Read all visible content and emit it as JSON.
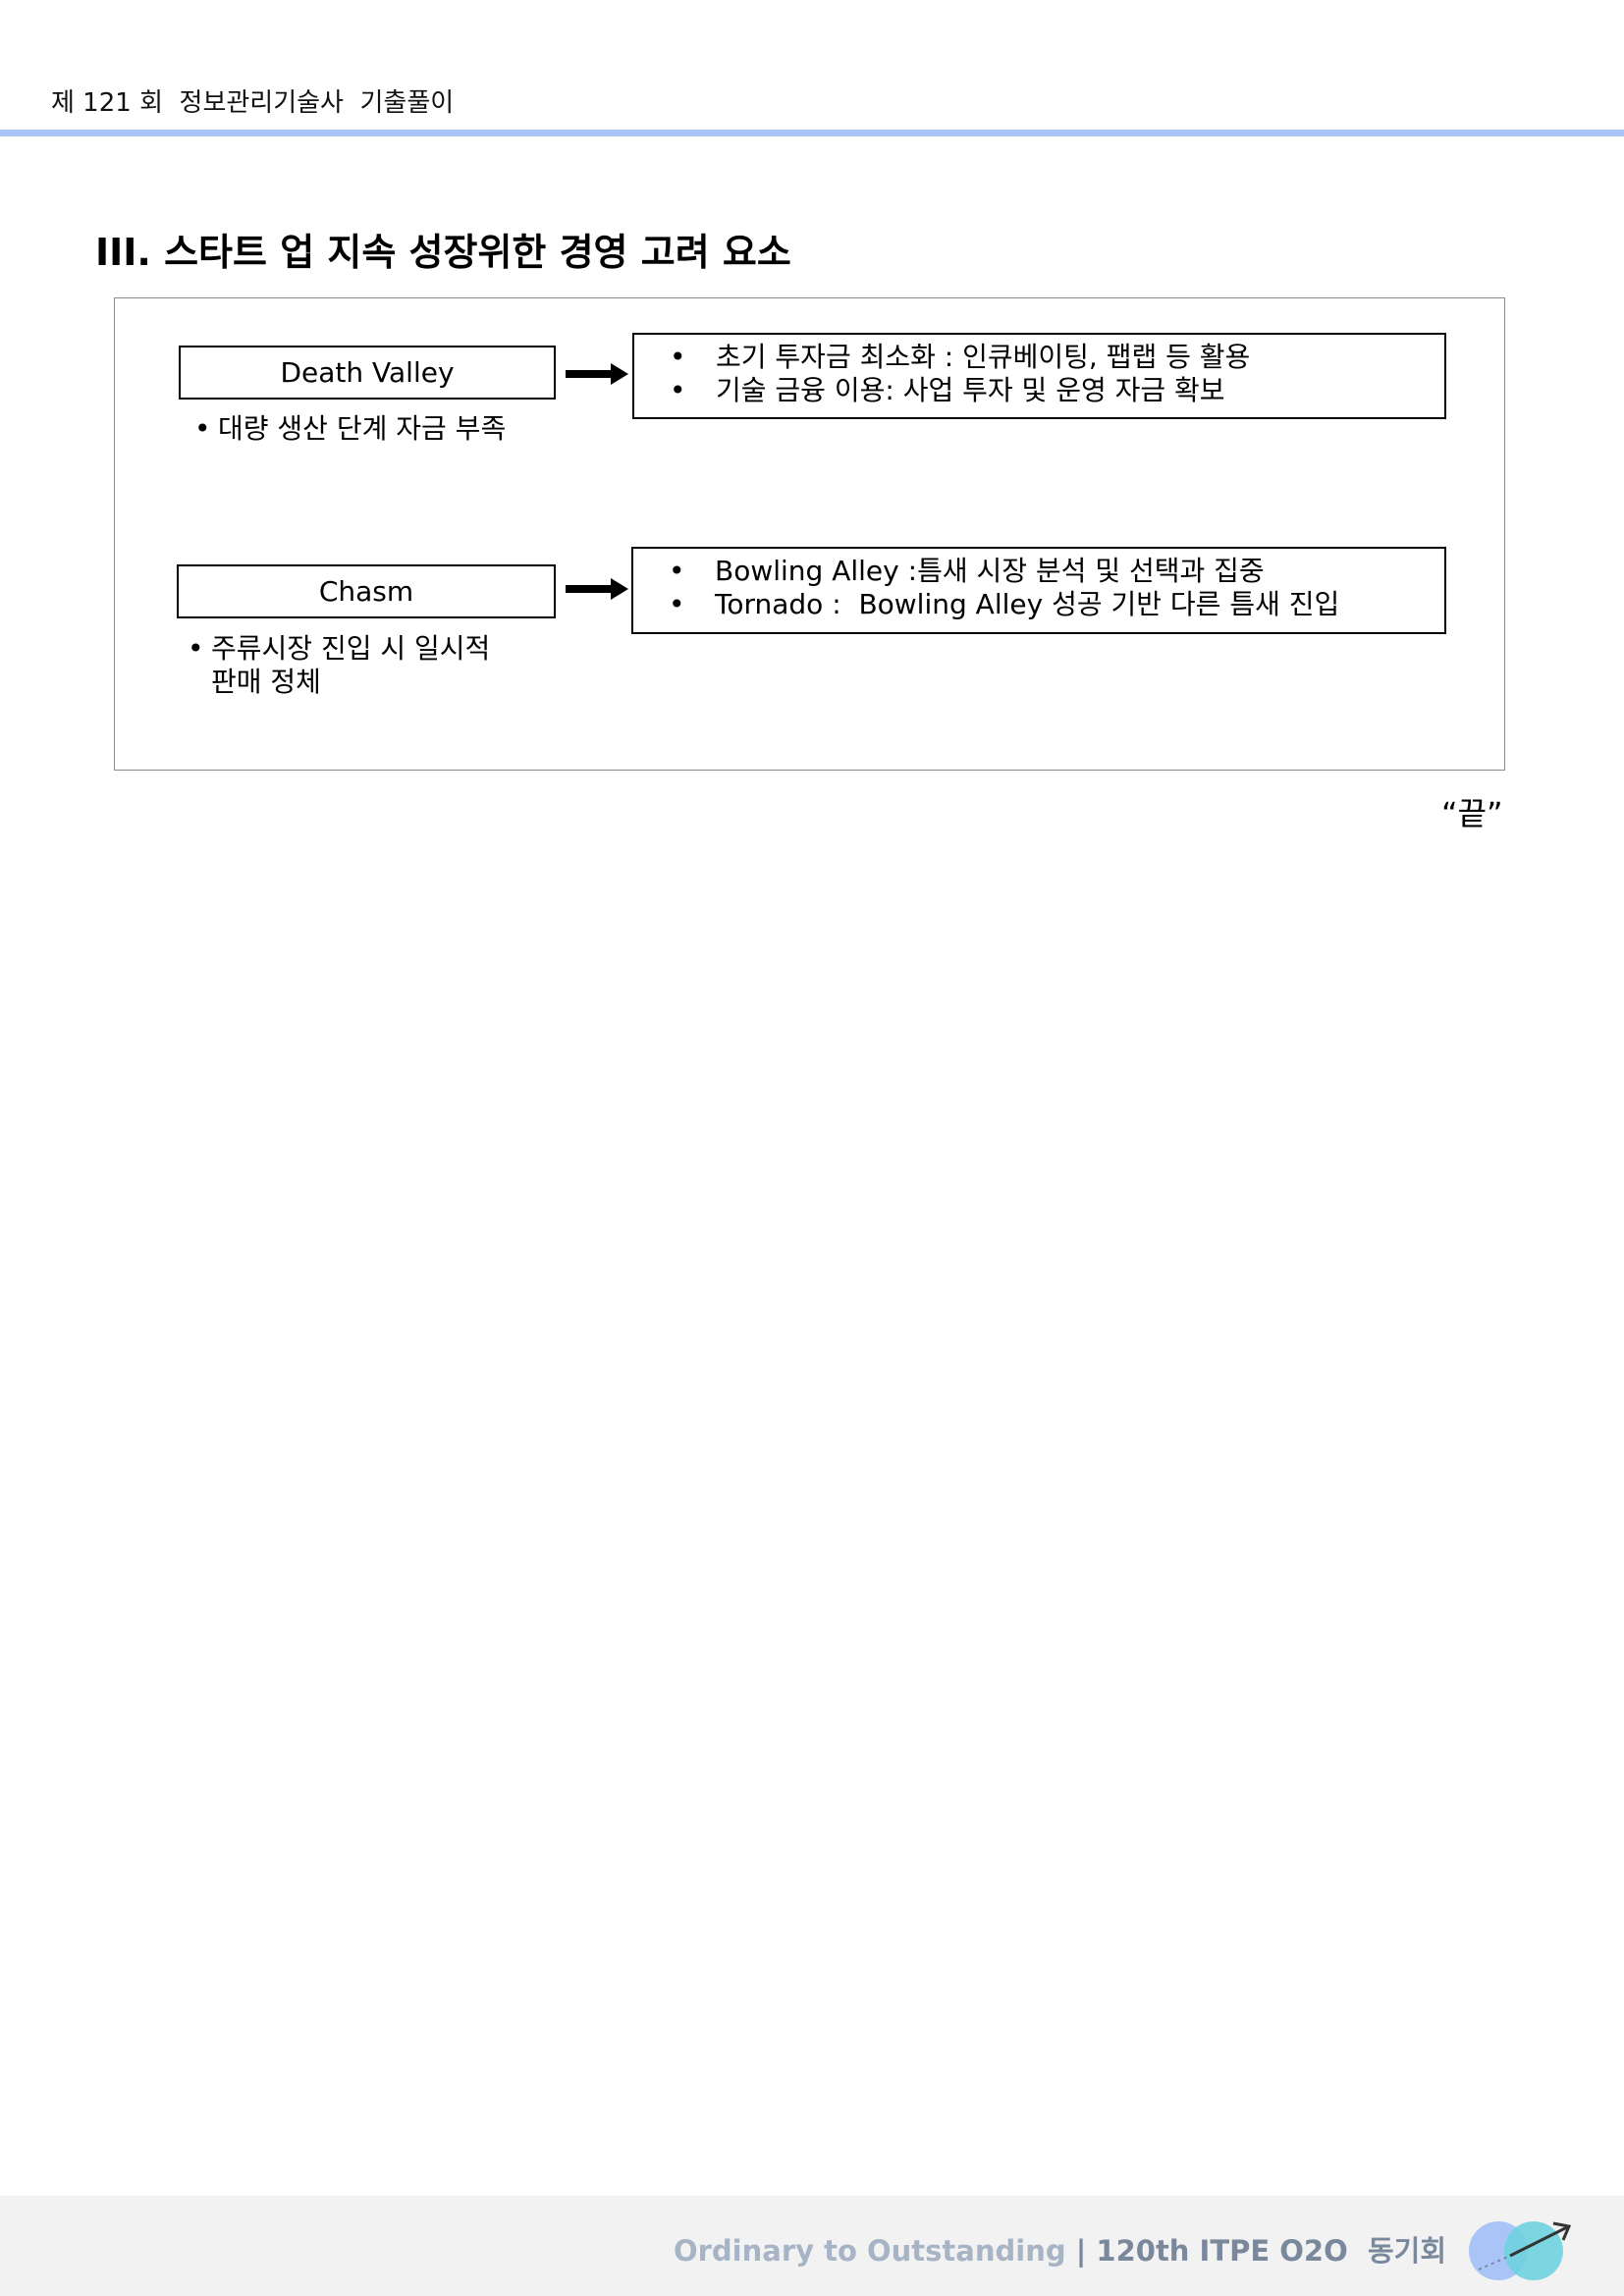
{
  "header": {
    "title": "제 121 회  정보관리기술사  기출풀이"
  },
  "section": {
    "title": "III. 스타트 업 지속 성장위한 경영 고려 요소"
  },
  "rows": [
    {
      "label": "Death Valley",
      "note": [
        "대량 생산 단계  자금 부족"
      ],
      "details": [
        "초기 투자금 최소화 : 인큐베이팅, 팹랩 등 활용",
        "기술 금융 이용: 사업 투자 및 운영 자금 확보"
      ]
    },
    {
      "label": "Chasm",
      "note": [
        "주류시장 진입 시  일시적",
        "판매 정체"
      ],
      "details": [
        "Bowling Alley :틈새 시장 분석 및 선택과 집중",
        "Tornado :  Bowling Alley 성공 기반 다른 틈새 진입"
      ]
    }
  ],
  "bullet_char": "•",
  "end_mark": "“끝”",
  "footer": {
    "slogan": "Ordinary to Outstanding",
    "separator": " | ",
    "org": "120th ITPE O2O  동기회"
  },
  "colors": {
    "header_rule": "#a9c4f7",
    "footer_bg": "#f2f2f2",
    "slogan": "#a7b4c6",
    "org": "#7a889c"
  }
}
